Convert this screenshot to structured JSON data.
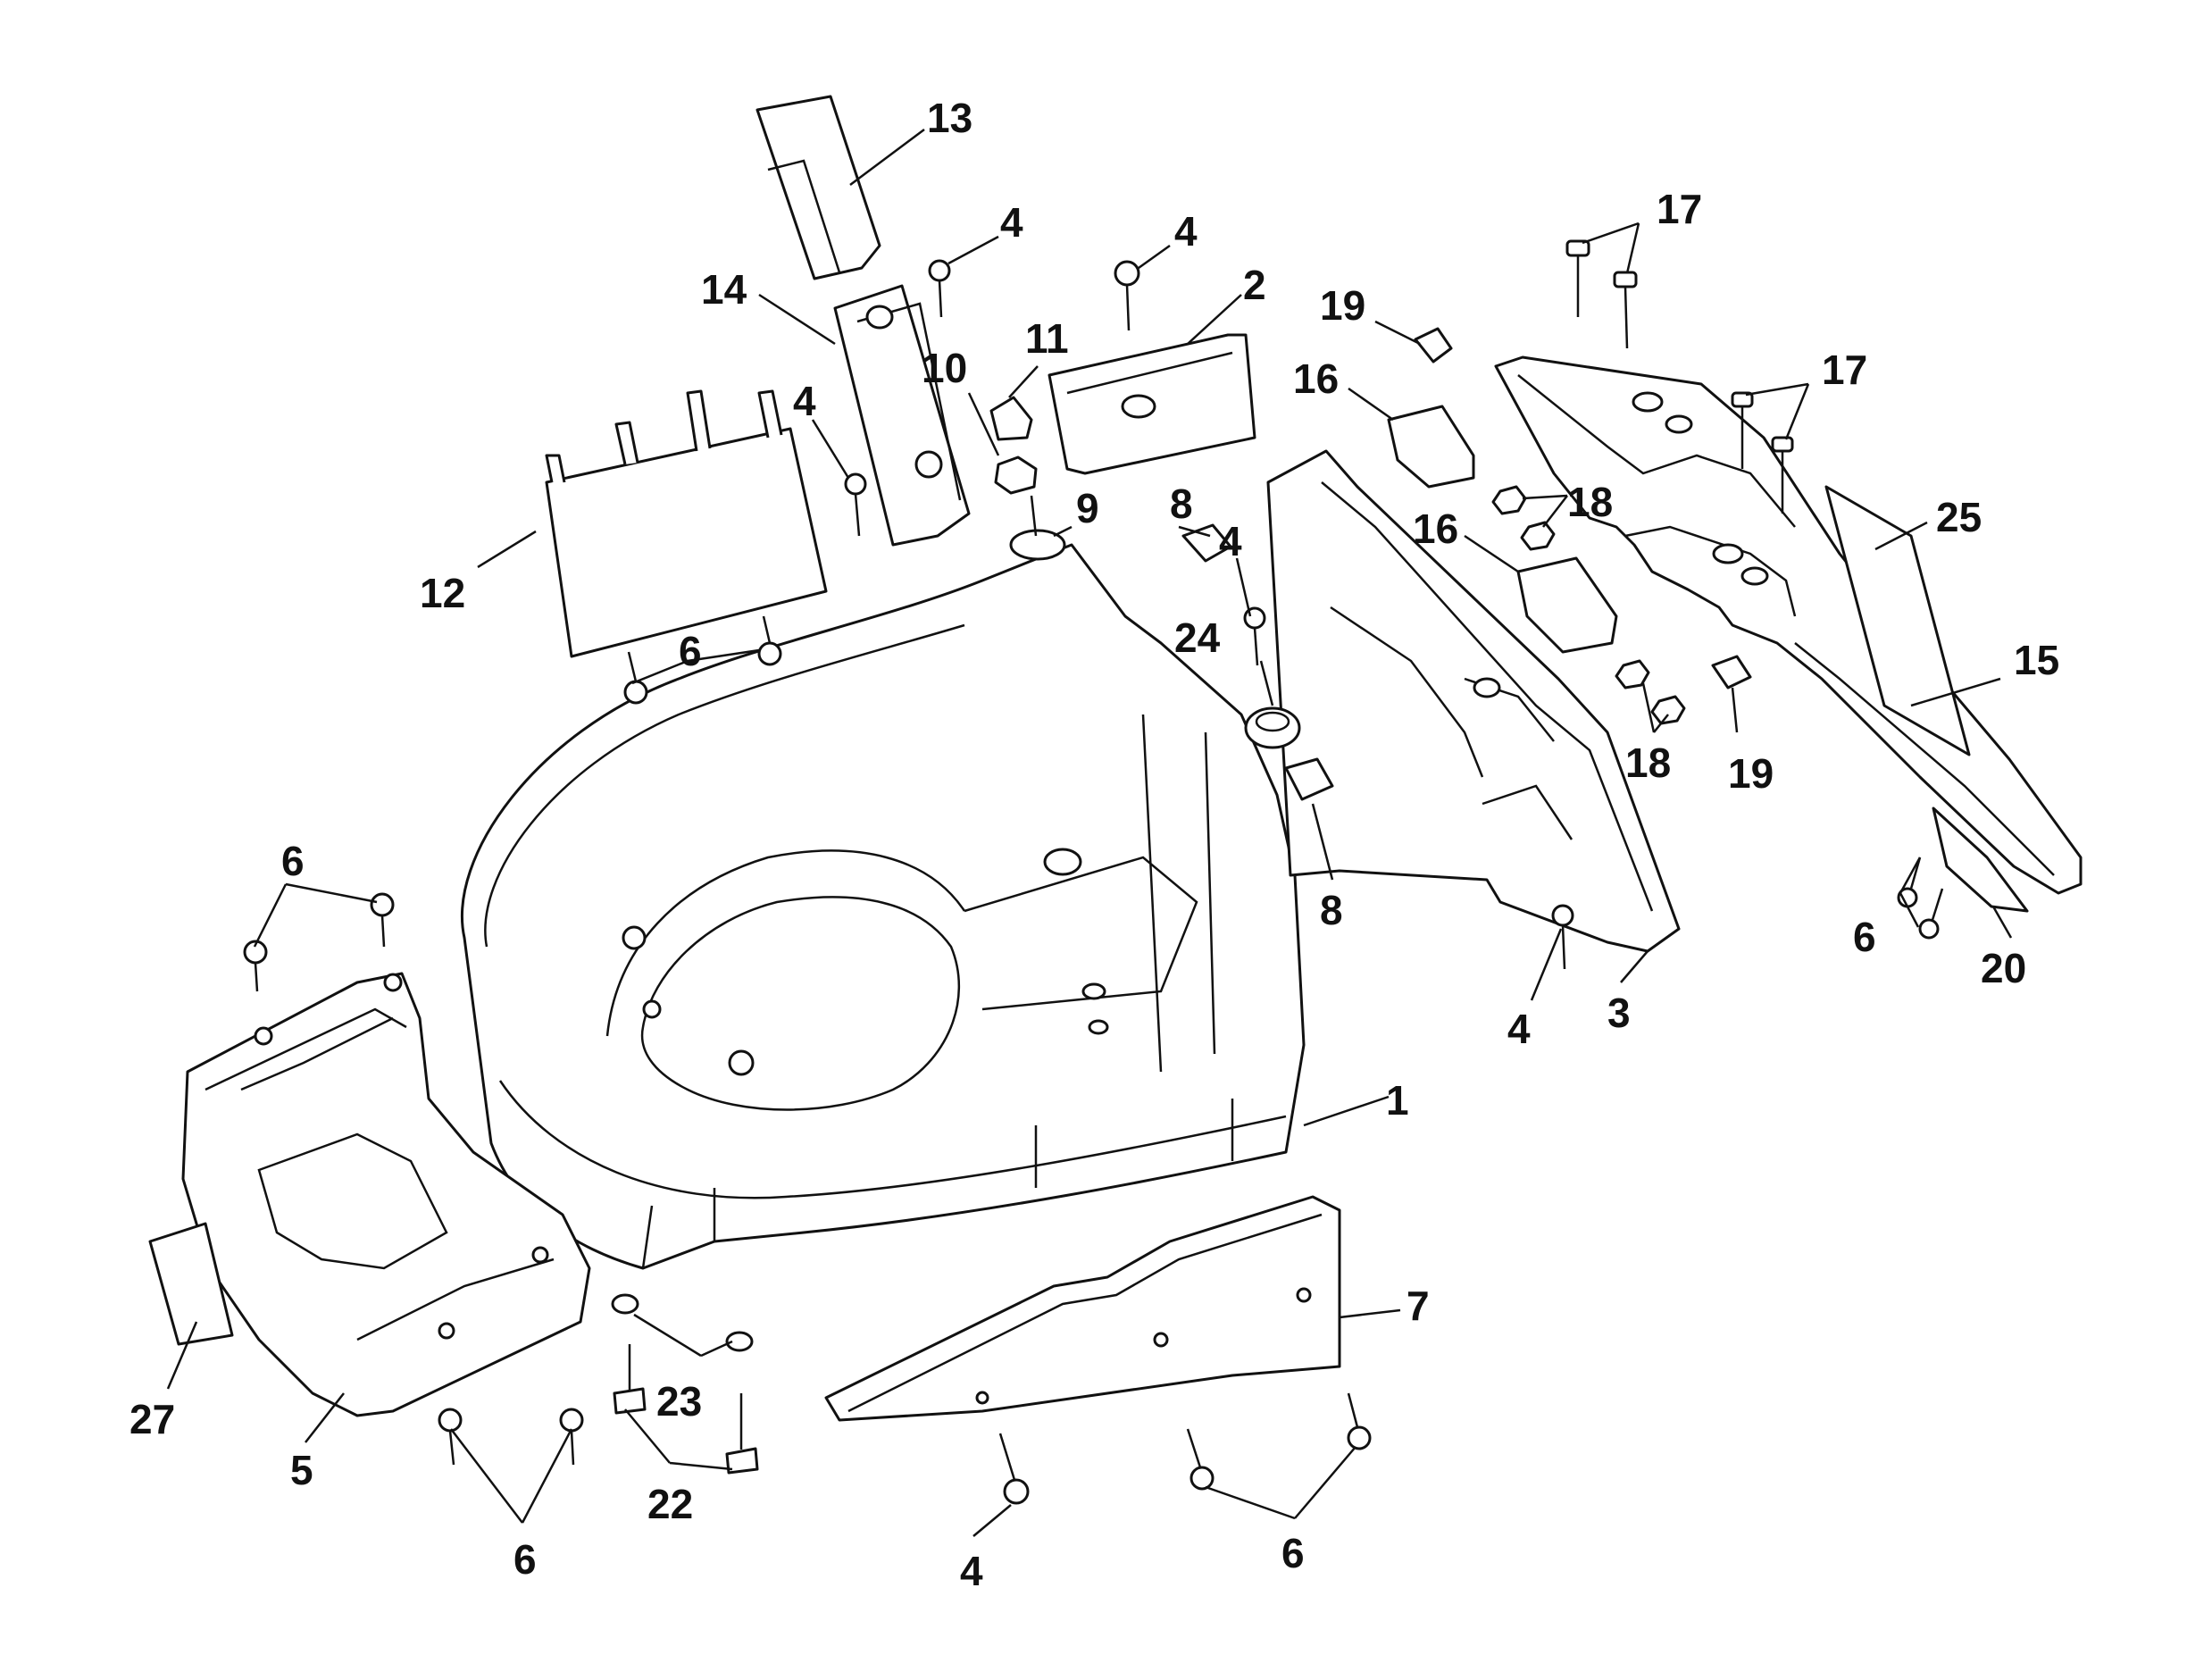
{
  "callouts": [
    {
      "id": "c1",
      "text": "13"
    },
    {
      "id": "c2",
      "text": "4"
    },
    {
      "id": "c3",
      "text": "4"
    },
    {
      "id": "c4",
      "text": "2"
    },
    {
      "id": "c5",
      "text": "14"
    },
    {
      "id": "c6",
      "text": "11"
    },
    {
      "id": "c7",
      "text": "10"
    },
    {
      "id": "c8",
      "text": "4"
    },
    {
      "id": "c9",
      "text": "9"
    },
    {
      "id": "c10",
      "text": "8"
    },
    {
      "id": "c11",
      "text": "12"
    },
    {
      "id": "c12",
      "text": "6"
    },
    {
      "id": "c13",
      "text": "19"
    },
    {
      "id": "c14",
      "text": "16"
    },
    {
      "id": "c15",
      "text": "17"
    },
    {
      "id": "c16",
      "text": "17"
    },
    {
      "id": "c17",
      "text": "18"
    },
    {
      "id": "c18",
      "text": "16"
    },
    {
      "id": "c19",
      "text": "25"
    },
    {
      "id": "c20",
      "text": "4"
    },
    {
      "id": "c21",
      "text": "24"
    },
    {
      "id": "c22",
      "text": "18"
    },
    {
      "id": "c23",
      "text": "19"
    },
    {
      "id": "c24",
      "text": "15"
    },
    {
      "id": "c25",
      "text": "8"
    },
    {
      "id": "c26",
      "text": "6"
    },
    {
      "id": "c27",
      "text": "6"
    },
    {
      "id": "c28",
      "text": "20"
    },
    {
      "id": "c29",
      "text": "4"
    },
    {
      "id": "c30",
      "text": "3"
    },
    {
      "id": "c31",
      "text": "1"
    },
    {
      "id": "c32",
      "text": "7"
    },
    {
      "id": "c33",
      "text": "27"
    },
    {
      "id": "c34",
      "text": "23"
    },
    {
      "id": "c35",
      "text": "5"
    },
    {
      "id": "c36",
      "text": "22"
    },
    {
      "id": "c37",
      "text": "6"
    },
    {
      "id": "c38",
      "text": "4"
    },
    {
      "id": "c39",
      "text": "6"
    }
  ]
}
